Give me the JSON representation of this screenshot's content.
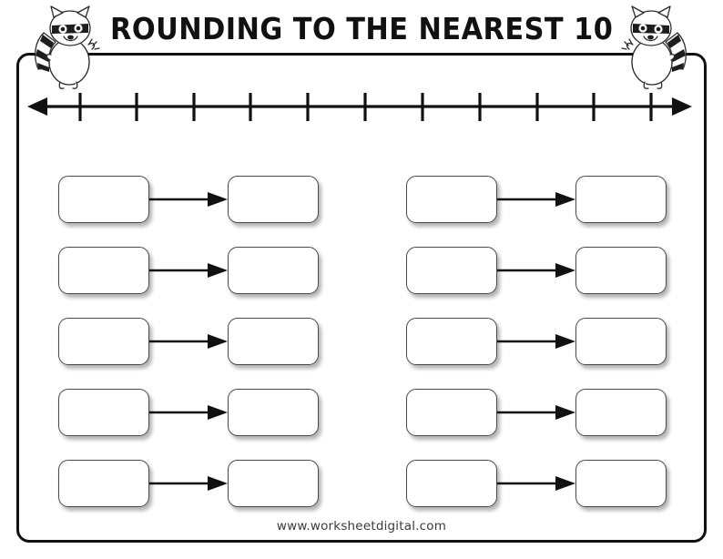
{
  "page": {
    "title": "ROUNDING TO THE NEAREST 10",
    "footer": "www.worksheetdigital.com",
    "background_color": "#ffffff",
    "ink_color": "#111111",
    "frame_color": "#111111",
    "box_border_color": "#4a4a4a"
  },
  "decorations": {
    "raccoon_left": "raccoon-mascot-left",
    "raccoon_right": "raccoon-mascot-right"
  },
  "number_line": {
    "name": "number-line",
    "tick_count": 11,
    "left_arrowhead": true,
    "right_arrowhead": true,
    "tick_labels": []
  },
  "problems": {
    "row_count": 5,
    "columns": [
      {
        "name": "left-column",
        "rows": [
          {
            "input": "",
            "output": "",
            "arrow": "arrow-right-icon"
          },
          {
            "input": "",
            "output": "",
            "arrow": "arrow-right-icon"
          },
          {
            "input": "",
            "output": "",
            "arrow": "arrow-right-icon"
          },
          {
            "input": "",
            "output": "",
            "arrow": "arrow-right-icon"
          },
          {
            "input": "",
            "output": "",
            "arrow": "arrow-right-icon"
          }
        ]
      },
      {
        "name": "right-column",
        "rows": [
          {
            "input": "",
            "output": "",
            "arrow": "arrow-right-icon"
          },
          {
            "input": "",
            "output": "",
            "arrow": "arrow-right-icon"
          },
          {
            "input": "",
            "output": "",
            "arrow": "arrow-right-icon"
          },
          {
            "input": "",
            "output": "",
            "arrow": "arrow-right-icon"
          },
          {
            "input": "",
            "output": "",
            "arrow": "arrow-right-icon"
          }
        ]
      }
    ]
  }
}
